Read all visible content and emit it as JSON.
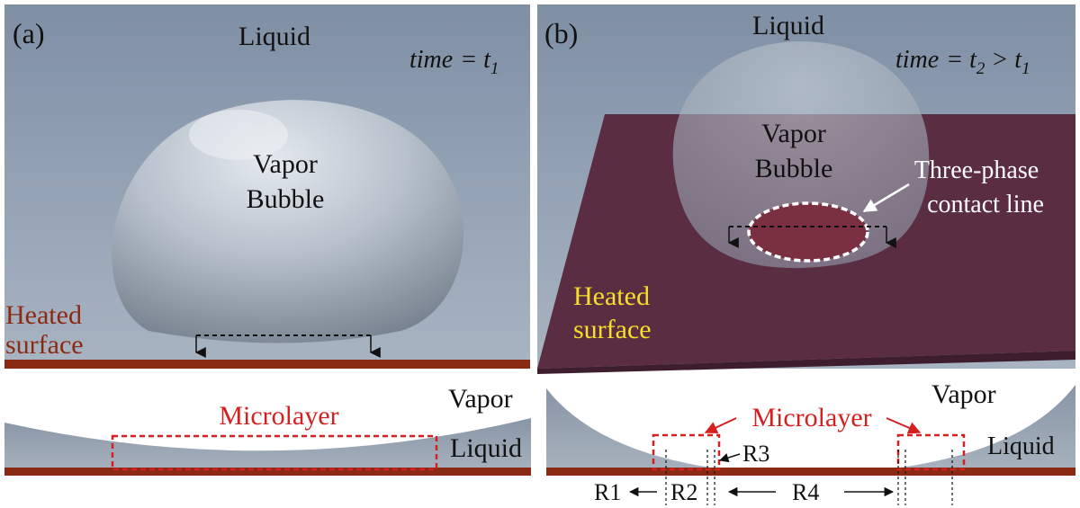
{
  "panel_a": {
    "tag": "(a)",
    "liquid_label": "Liquid",
    "time_word": "time",
    "time_eq": "= t",
    "time_sub": "1",
    "bubble_line1": "Vapor",
    "bubble_line2": "Bubble",
    "heated_line1": "Heated",
    "heated_line2": "surface"
  },
  "panel_b": {
    "tag": "(b)",
    "liquid_label": "Liquid",
    "time_word": "time",
    "time_eq": "= t",
    "time_sub": "2",
    "time_gt": " > t",
    "time_sub2": "1",
    "bubble_line1": "Vapor",
    "bubble_line2": "Bubble",
    "contact_line1": "Three-phase",
    "contact_line2": "contact line",
    "heated_line1": "Heated",
    "heated_line2": "surface"
  },
  "detail_a": {
    "vapor_label": "Vapor",
    "liquid_label": "Liquid",
    "microlayer_label": "Microlayer"
  },
  "detail_b": {
    "vapor_label": "Vapor",
    "liquid_label": "Liquid",
    "microlayer_label": "Microlayer",
    "r1": "R1",
    "r2": "R2",
    "r3": "R3",
    "r4": "R4"
  },
  "colors": {
    "liquid_bg": "#8e9db0",
    "wall": "#8b2a12",
    "plate": "#5a2d42",
    "microlayer": "#d62020",
    "heated_a": "#8b2a12",
    "heated_b": "#f5e02a"
  }
}
